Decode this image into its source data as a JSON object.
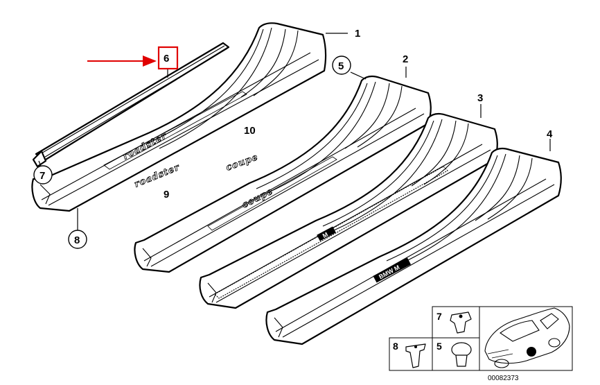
{
  "diagram": {
    "reference_number": "00082373",
    "highlighted_part": "6",
    "callouts": {
      "p1": "1",
      "p2": "2",
      "p3": "3",
      "p4": "4",
      "p5": "5",
      "p6": "6",
      "p7": "7",
      "p8": "8",
      "p9": "9",
      "p10": "10"
    },
    "emblems": {
      "roadster_on_sill": "roadster",
      "roadster_loose": "roadster",
      "coupe_loose": "coupe",
      "coupe_on_sill": "coupe",
      "m_logo": "M",
      "sill_plate_4": "BMW M"
    },
    "inset": {
      "clip_7": "7",
      "clip_8": "8",
      "clip_5": "5"
    },
    "colors": {
      "highlight": "#e00000",
      "outline": "#000000"
    }
  }
}
